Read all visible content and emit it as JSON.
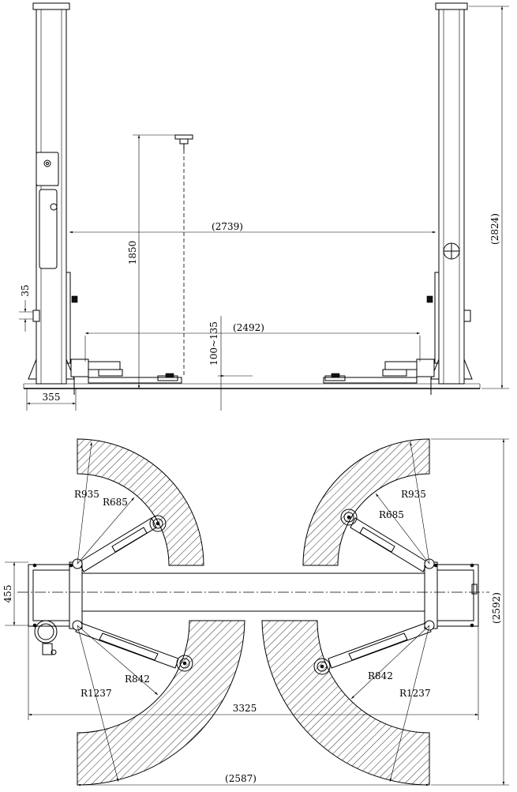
{
  "elevation": {
    "dimensions": {
      "inner_width": "(2739)",
      "total_height": "(2824)",
      "arm_height": "1850",
      "drive_width": "(2492)",
      "pad_height": "100~135",
      "base_width": "355",
      "lock_offset": "35"
    }
  },
  "plan": {
    "dimensions": {
      "column_width": "455",
      "overall_depth": "(2592)",
      "overall_width": "3325",
      "swing_width": "(2587)"
    },
    "radii": {
      "upper_left_outer": "R935",
      "upper_left_inner": "R685",
      "upper_right_outer": "R935",
      "upper_right_inner": "R685",
      "lower_left_inner": "R842",
      "lower_left_outer": "R1237",
      "lower_right_inner": "R842",
      "lower_right_outer": "R1237"
    }
  }
}
